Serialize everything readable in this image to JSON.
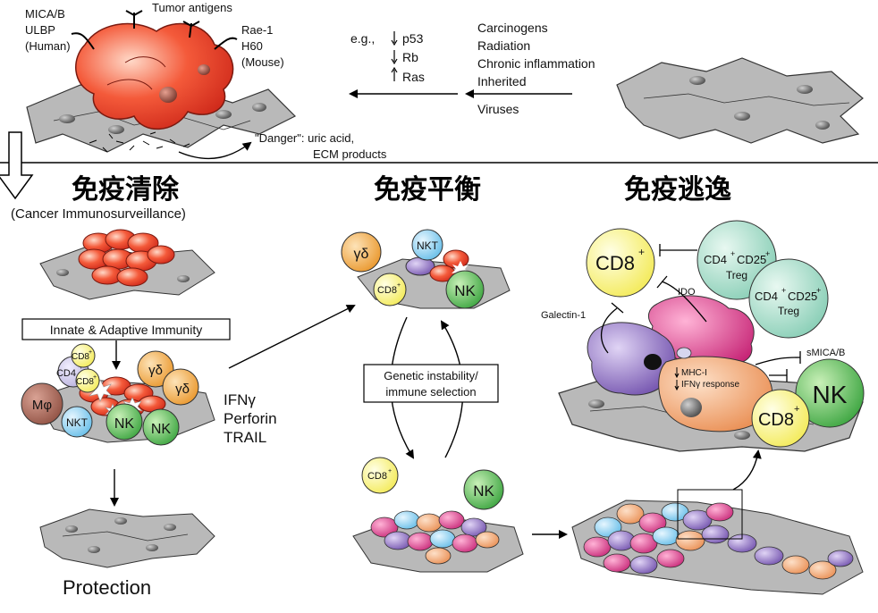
{
  "top": {
    "ligands_human": [
      "MICA/B",
      "ULBP",
      "(Human)"
    ],
    "tumor_antigens": "Tumor antigens",
    "ligands_mouse": [
      "Rae-1",
      "H60",
      "(Mouse)"
    ],
    "danger_line1": "\"Danger\": uric acid,",
    "danger_line2": "ECM products",
    "eg": "e.g.,",
    "genes": [
      "p53",
      "Rb",
      "Ras"
    ],
    "causes": [
      "Carcinogens",
      "Radiation",
      "Chronic inflammation",
      "Inherited"
    ],
    "viruses": "Viruses"
  },
  "phases": {
    "elimination": "免疫清除",
    "elimination_sub": "(Cancer Immunosurveillance)",
    "equilibrium": "免疫平衡",
    "escape": "免疫逃逸"
  },
  "elimination": {
    "immunity_box": "Innate & Adaptive Immunity",
    "cells": {
      "cd8": "CD8",
      "cd4": "CD4",
      "cd8b": "CD8",
      "gd1": "γδ",
      "gd2": "γδ",
      "mphi": "Mφ",
      "nkt": "NKT",
      "nk1": "NK",
      "nk2": "NK"
    },
    "effectors": [
      "IFNγ",
      "Perforin",
      "TRAIL"
    ],
    "protection": "Protection"
  },
  "equilibrium": {
    "cells": {
      "gd": "γδ",
      "nkt": "NKT",
      "cd8": "CD8",
      "nk": "NK"
    },
    "selection_box": [
      "Genetic instability/",
      "immune selection"
    ],
    "lower_cd8": "CD8",
    "lower_nk": "NK"
  },
  "escape": {
    "cd8_top": "CD8",
    "treg1": [
      "CD4",
      "CD25",
      "Treg"
    ],
    "treg2": [
      "CD4",
      "CD25",
      "Treg"
    ],
    "ido": "IDO",
    "galectin": "Galectin-1",
    "smica": "sMICA/B",
    "mhc": "MHC-I",
    "ifn_resp": "IFNγ response",
    "nk": "NK",
    "cd8_bottom": "CD8"
  },
  "superscript_plus": "+",
  "colors": {
    "tumor_red": "#e8331f",
    "tissue_gray": "#b7b7b7",
    "cd8_yellow": "#f6f06a",
    "nk_green": "#4fb84a",
    "treg_teal": "#9ed8c4",
    "gd_orange": "#f2a33a",
    "cd4_lilac": "#c9c3e6",
    "nkt_blue": "#8fd0ef",
    "mphi_brown": "#9a5a4a",
    "escape_orange": "#f2a26a",
    "escape_purple": "#8a6ab8",
    "escape_magenta": "#d93a8c"
  }
}
